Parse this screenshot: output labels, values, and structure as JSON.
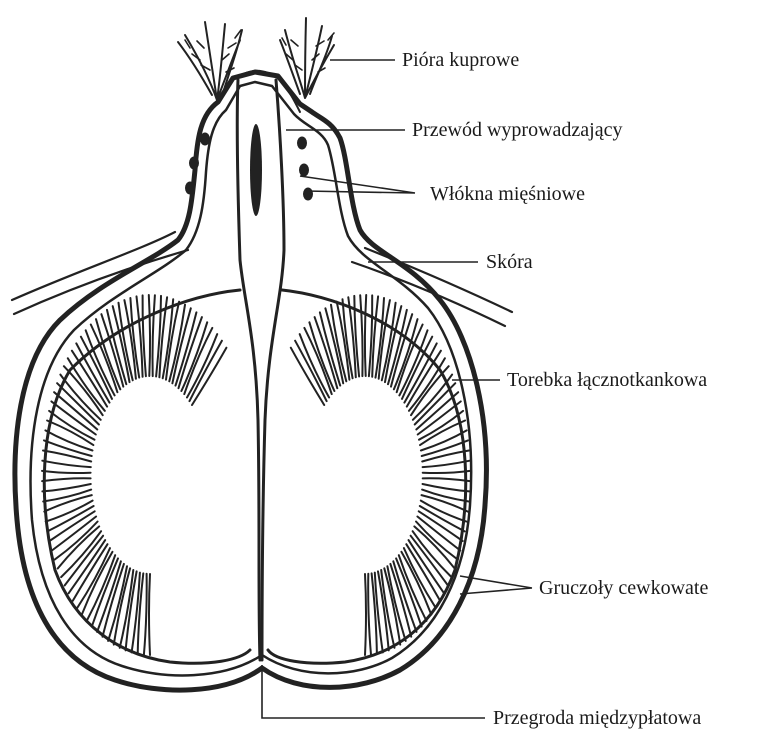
{
  "labels": {
    "feathers": "Pióra kuprowe",
    "duct": "Przewód wyprowadzający",
    "muscle": "Włókna mięśniowe",
    "skin": "Skóra",
    "capsule": "Torebka łącznotkankowa",
    "glands": "Gruczoły cewkowate",
    "septum": "Przegroda międzypłatowa"
  },
  "colors": {
    "ink": "#222222",
    "background": "#ffffff"
  }
}
